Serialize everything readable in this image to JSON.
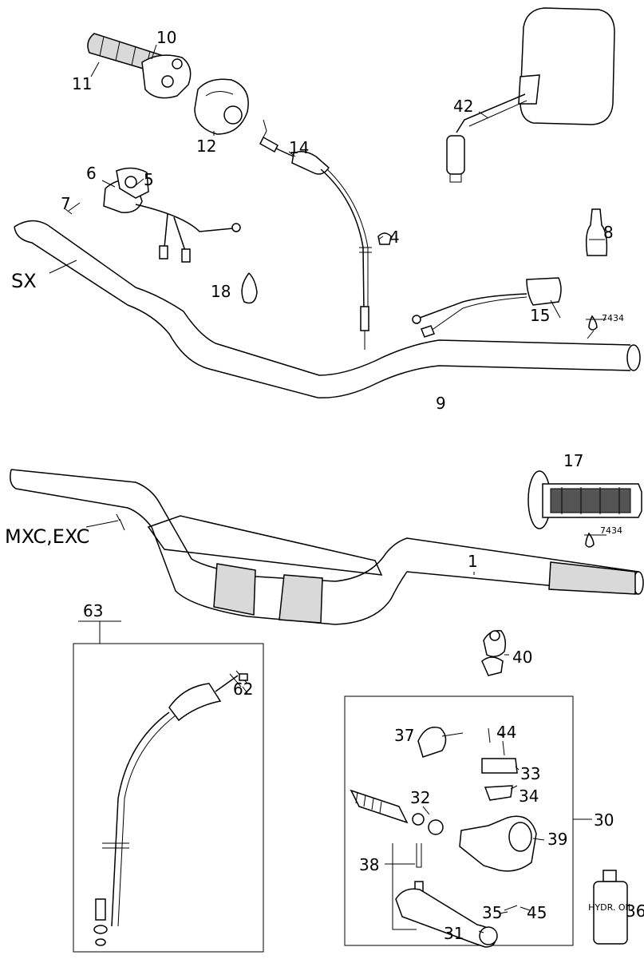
{
  "labels": {
    "p10": "10",
    "p11": "11",
    "p12": "12",
    "p14": "14",
    "p42": "42",
    "p6": "6",
    "p5": "5",
    "p7": "7",
    "p4": "4",
    "p8": "8",
    "sx": "SX",
    "p18": "18",
    "p15": "15",
    "p7434a": "7434",
    "p9": "9",
    "p17": "17",
    "mxc": "MXC,EXC",
    "p1": "1",
    "p7434b": "7434",
    "p40": "40",
    "p63": "63",
    "p62": "62",
    "p37": "37",
    "p44": "44",
    "p33": "33",
    "p32": "32",
    "p34": "34",
    "p30": "30",
    "p39": "39",
    "p38": "38",
    "p35": "35",
    "p45": "45",
    "p31": "31",
    "p36": "36"
  },
  "oil_label": "HYDR. OIL"
}
